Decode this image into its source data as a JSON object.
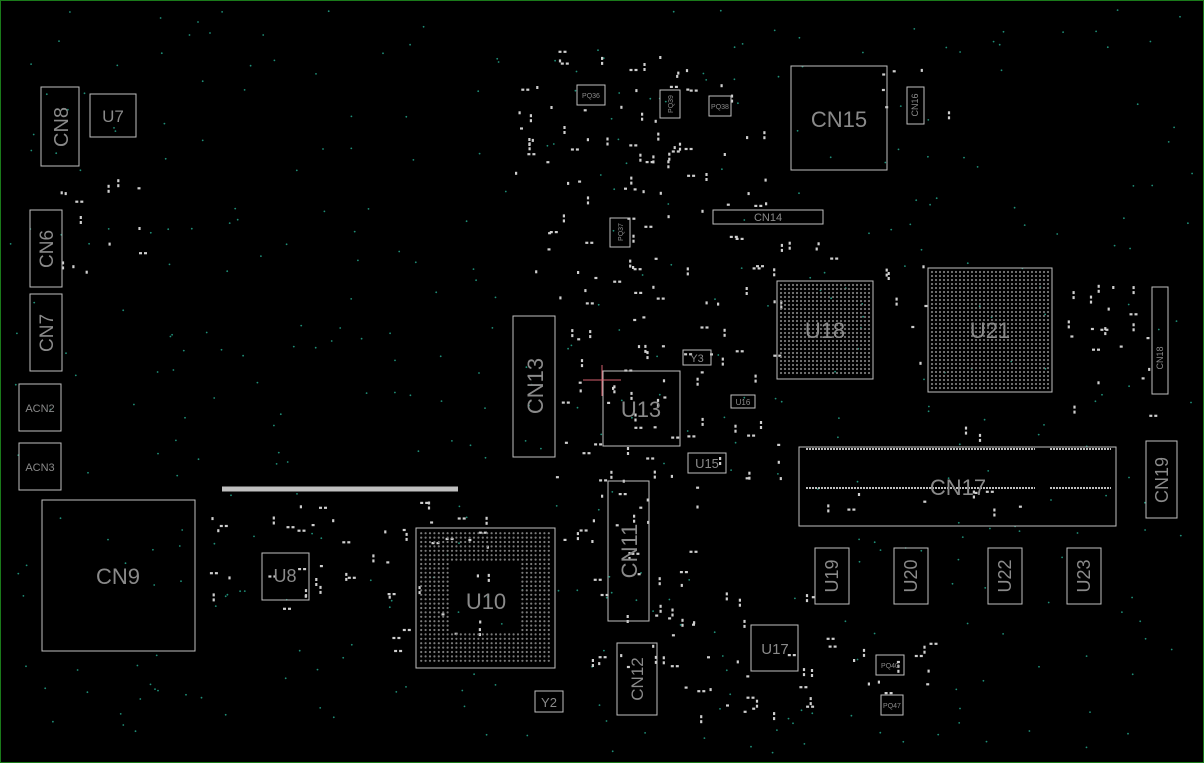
{
  "board": {
    "background": "#000000",
    "border_color": "#1a7a1a",
    "outline_color": "#bfbfbf",
    "label_color": "#8a8a8a",
    "via_color": "#1f8f78"
  },
  "labels": {
    "CN8": "CN8",
    "U7": "U7",
    "CN6": "CN6",
    "CN7": "CN7",
    "ACN2": "ACN2",
    "ACN3": "ACN3",
    "CN9": "CN9",
    "U8": "U8",
    "U10": "U10",
    "Y2": "Y2",
    "CN13": "CN13",
    "U13": "U13",
    "Y3": "Y3",
    "U16": "U16",
    "U15": "U15",
    "CN11": "CN11",
    "CN12": "CN12",
    "U17": "U17",
    "PQ36": "PQ36",
    "PQ39": "PQ39",
    "PQ38": "PQ38",
    "PQ37": "PQ37",
    "CN14": "CN14",
    "CN15": "CN15",
    "CN16": "CN16",
    "U18": "U18",
    "U21": "U21",
    "CN18": "CN18",
    "CN17": "CN17",
    "CN19": "CN19",
    "U19": "U19",
    "U20": "U20",
    "U22": "U22",
    "U23": "U23",
    "PQ40": "PQ40",
    "PQ47": "PQ47"
  }
}
